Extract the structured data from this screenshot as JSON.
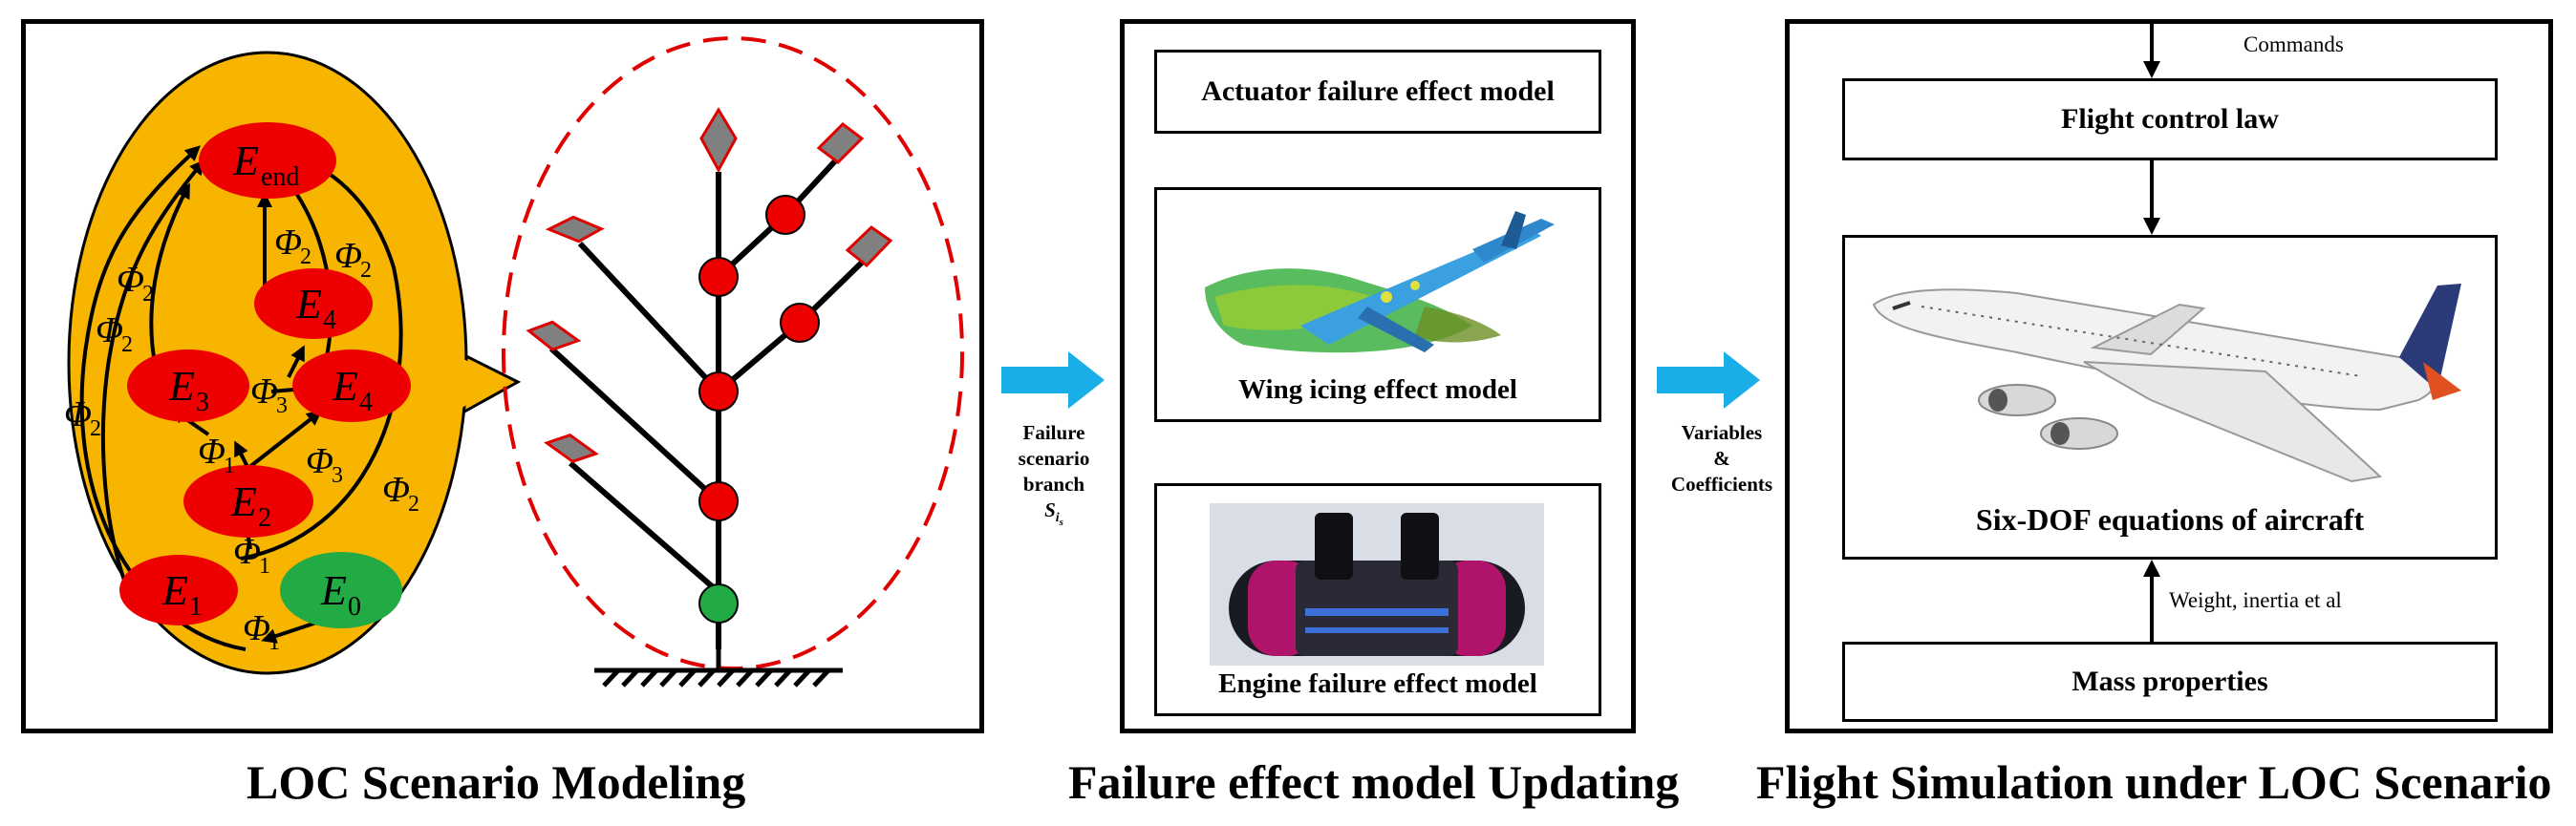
{
  "panels": {
    "left": {
      "caption": "LOC Scenario Modeling",
      "nodes": {
        "e_end": "E",
        "e_end_sub": "end",
        "e4_top": "E",
        "e4_top_sub": "4",
        "e3": "E",
        "e3_sub": "3",
        "e4_right": "E",
        "e4_right_sub": "4",
        "e2": "E",
        "e2_sub": "2",
        "e1": "E",
        "e1_sub": "1",
        "e0": "E",
        "e0_sub": "0"
      },
      "phi": "Φ",
      "phi1_sub": "1",
      "phi2_sub": "2",
      "phi3_sub": "3"
    },
    "middle": {
      "caption": "Failure effect model Updating",
      "actuator": "Actuator failure effect model",
      "wing": "Wing icing effect model",
      "engine": "Engine failure effect model"
    },
    "right": {
      "caption": "Flight Simulation under LOC Scenario",
      "commands": "Commands",
      "flight_control": "Flight control law",
      "six_dof": "Six-DOF equations of aircraft",
      "weight_label": "Weight, inertia et al",
      "mass": "Mass properties"
    }
  },
  "arrows": {
    "failure_line1": "Failure",
    "failure_line2": "scenario",
    "failure_line3": "branch",
    "failure_symbol": "S",
    "failure_symbol_sub": "i",
    "failure_symbol_subsub": "s",
    "vars_line1": "Variables",
    "vars_line2": "&",
    "vars_line3": "Coefficients"
  },
  "colors": {
    "node_red": "#ee0000",
    "node_green": "#22aa44",
    "bubble_fill": "#f7b500",
    "arrow_blue": "#1aaee8",
    "diamond_gray": "#808080"
  }
}
